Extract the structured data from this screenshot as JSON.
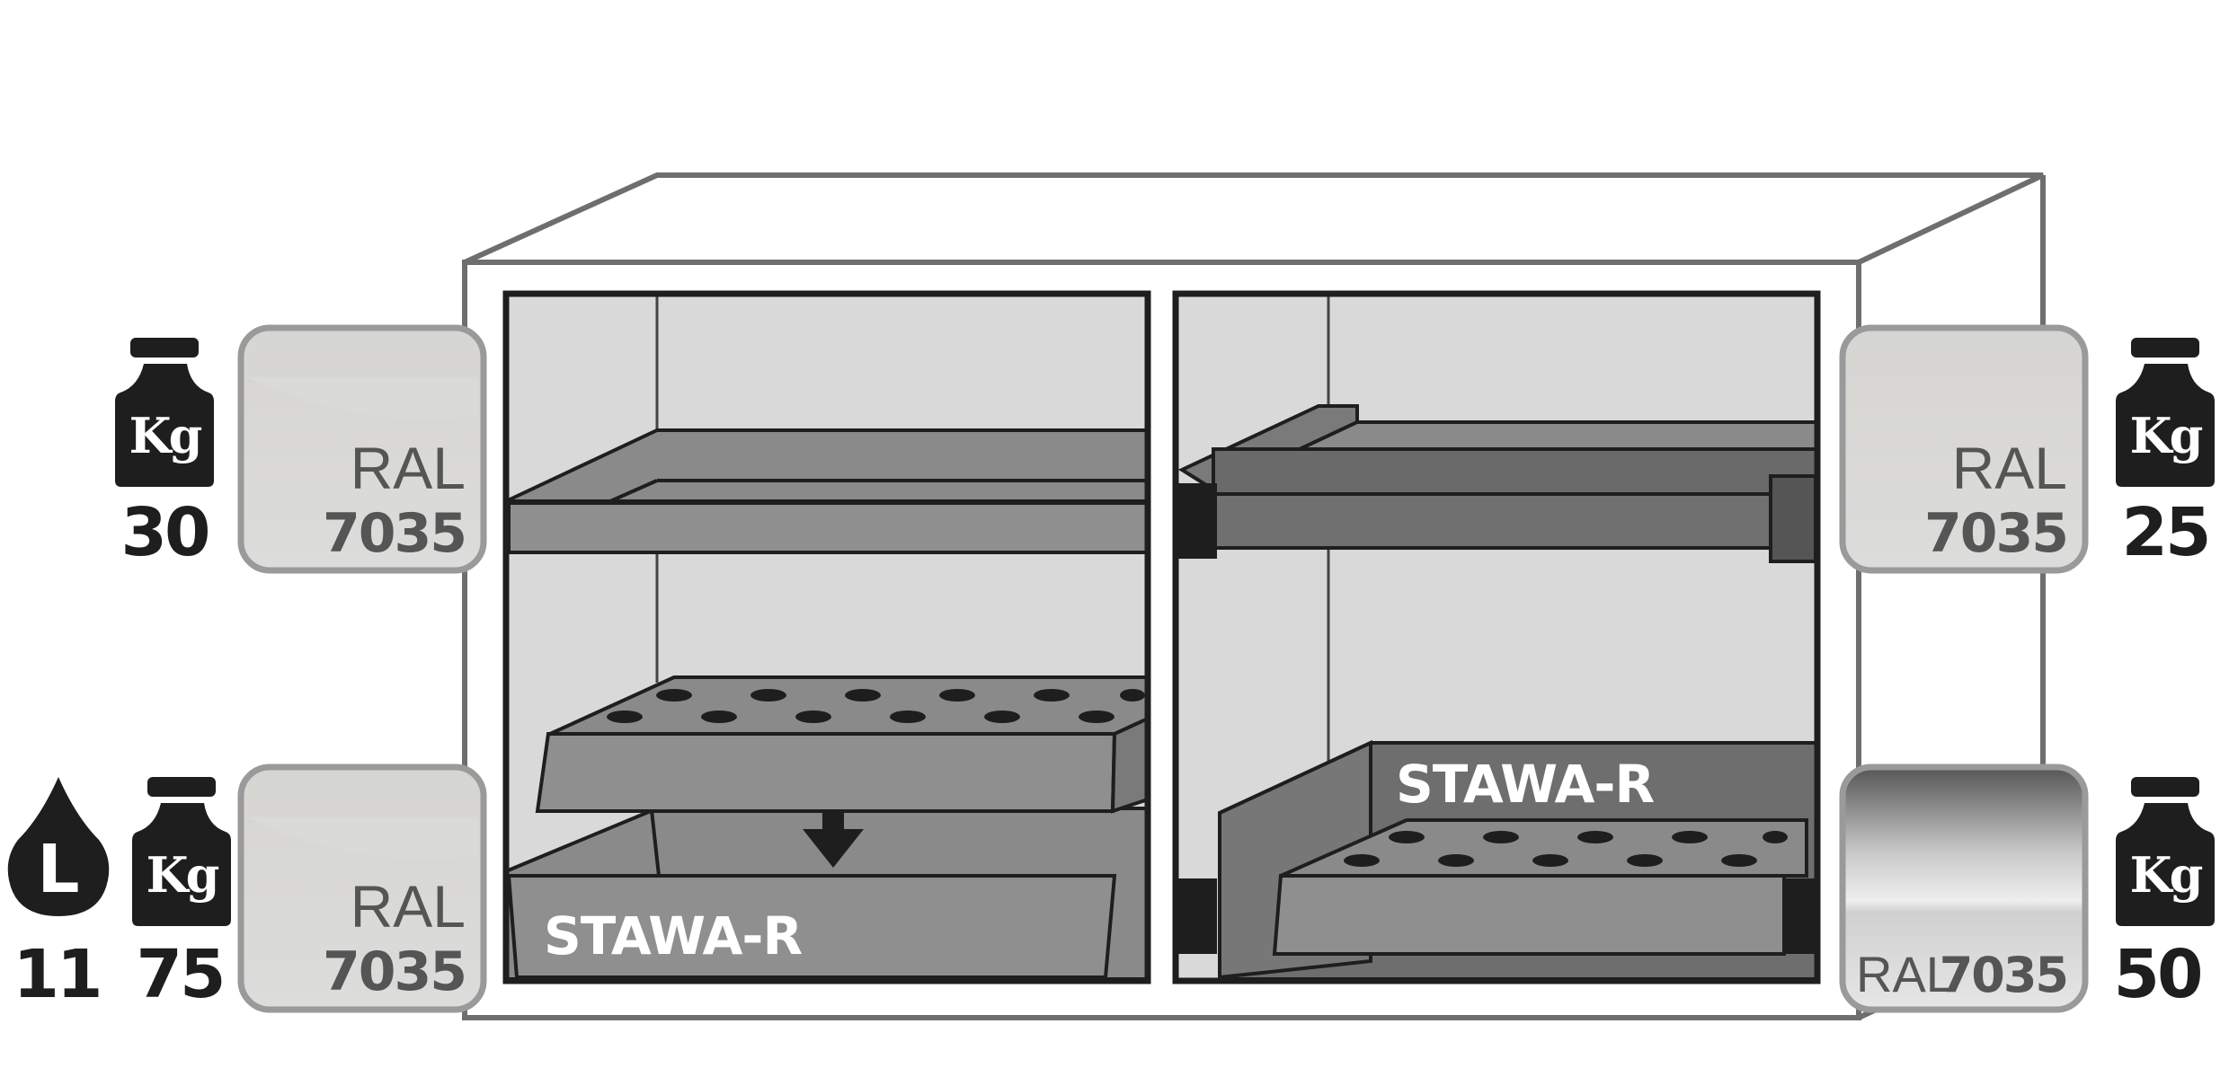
{
  "left_top": {
    "weight": "30",
    "unit": "Kg",
    "ral_label": "RAL",
    "ral_code": "7035"
  },
  "left_bottom": {
    "volume": "11",
    "volume_unit": "L",
    "weight": "75",
    "unit": "Kg",
    "ral_label": "RAL",
    "ral_code": "7035"
  },
  "right_top": {
    "weight": "25",
    "unit": "Kg",
    "ral_label": "RAL",
    "ral_code": "7035"
  },
  "right_bottom": {
    "weight": "50",
    "unit": "Kg",
    "ral_label": "RAL",
    "ral_code": "7035"
  },
  "left_tray_label": "STAWA-R",
  "right_tray_label": "STAWA-R",
  "colors": {
    "cabinet_line": "#6e6e6e",
    "interior": "#d9d9d9",
    "shelf": "#8a8a8a",
    "icon": "#1e1e1e",
    "swatch": "#d4d3cf"
  }
}
